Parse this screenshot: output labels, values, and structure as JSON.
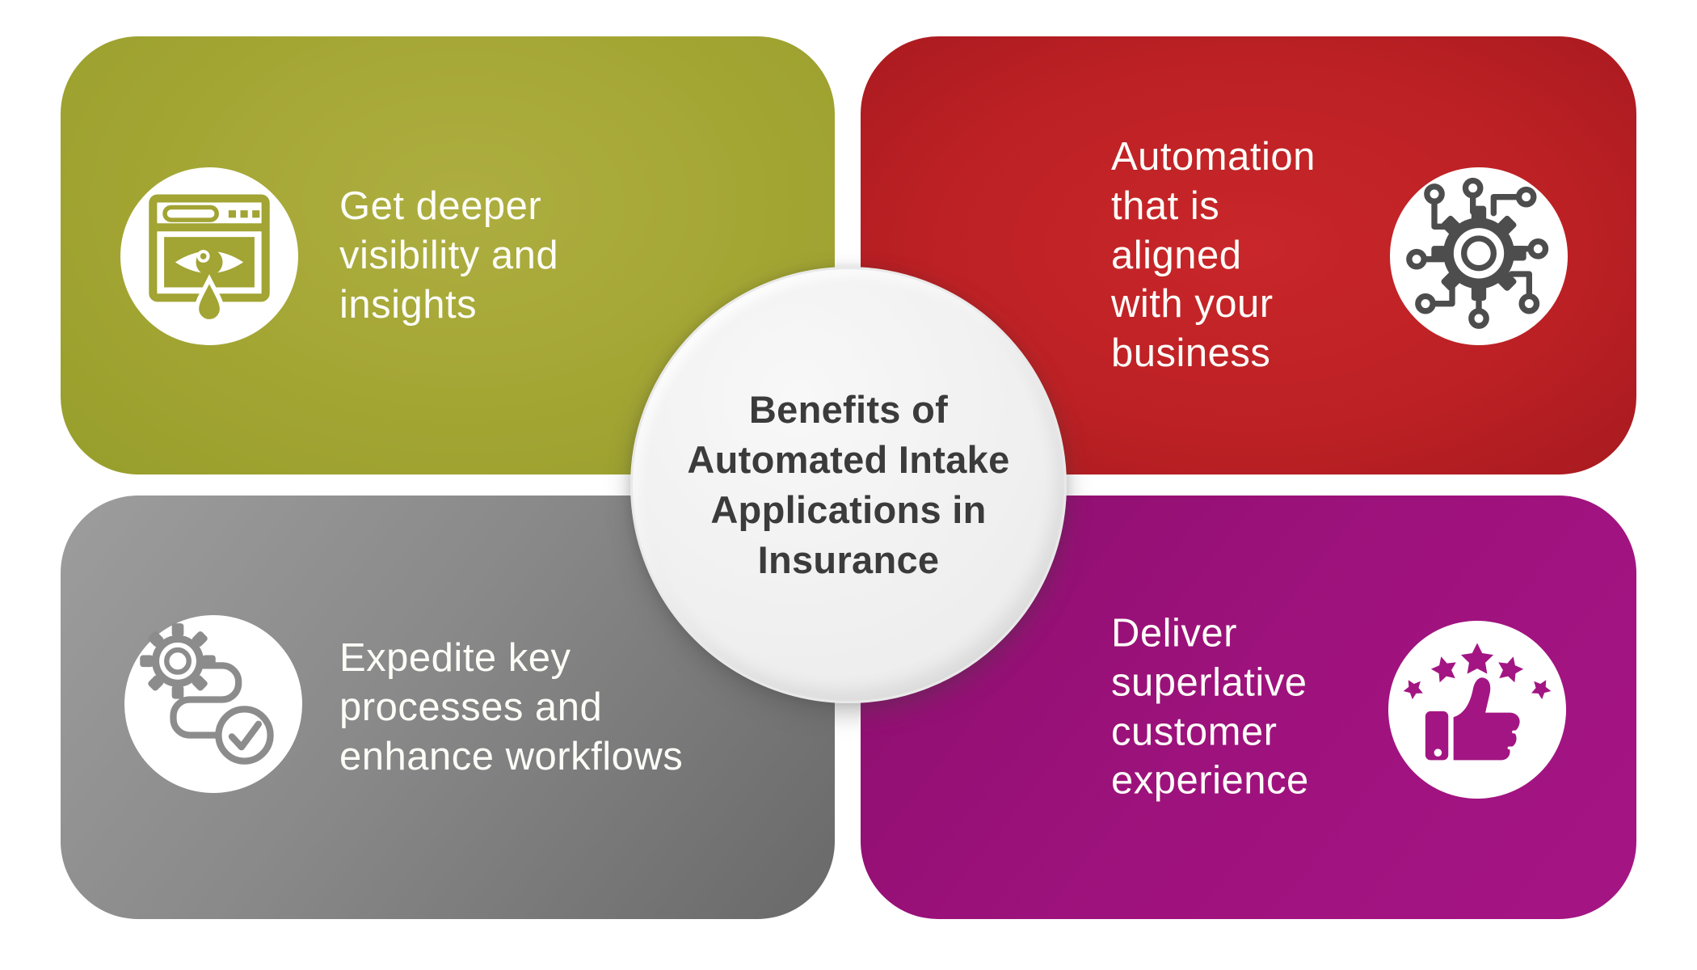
{
  "page": {
    "background": "#ffffff"
  },
  "center": {
    "title_lines": [
      "Benefits of",
      "Automated Intake",
      "Applications in",
      "Insurance"
    ],
    "text_color": "#3b3b3b",
    "fill": "#f0f0f0"
  },
  "cards": [
    {
      "id": "visibility",
      "position": "top-left",
      "lines": [
        "Get deeper",
        "visibility and",
        "insights"
      ],
      "card_color": "#a3a533",
      "text_color": "#fdfdf8",
      "icon": "browser-eye-icon",
      "icon_color": "#a2a433",
      "icon_background": "#ffffff"
    },
    {
      "id": "automation",
      "position": "top-right",
      "lines": [
        "Automation",
        "that is",
        "aligned",
        "with your",
        "business"
      ],
      "card_color": "#bd2125",
      "text_color": "#fdfdf8",
      "icon": "gear-circuit-icon",
      "icon_color": "#4d4d4d",
      "icon_background": "#ffffff"
    },
    {
      "id": "workflows",
      "position": "bottom-left",
      "lines": [
        "Expedite key",
        "processes and",
        "enhance workflows"
      ],
      "card_color": "#898989",
      "text_color": "#fdfdf8",
      "icon": "gear-path-check-icon",
      "icon_color": "#8c8c8c",
      "icon_background": "#ffffff"
    },
    {
      "id": "experience",
      "position": "bottom-right",
      "lines": [
        "Deliver",
        "superlative",
        "customer",
        "experience"
      ],
      "card_color": "#9e127d",
      "text_color": "#fdfdf8",
      "icon": "stars-thumbs-up-icon",
      "icon_color": "#a31583",
      "icon_background": "#ffffff"
    }
  ]
}
